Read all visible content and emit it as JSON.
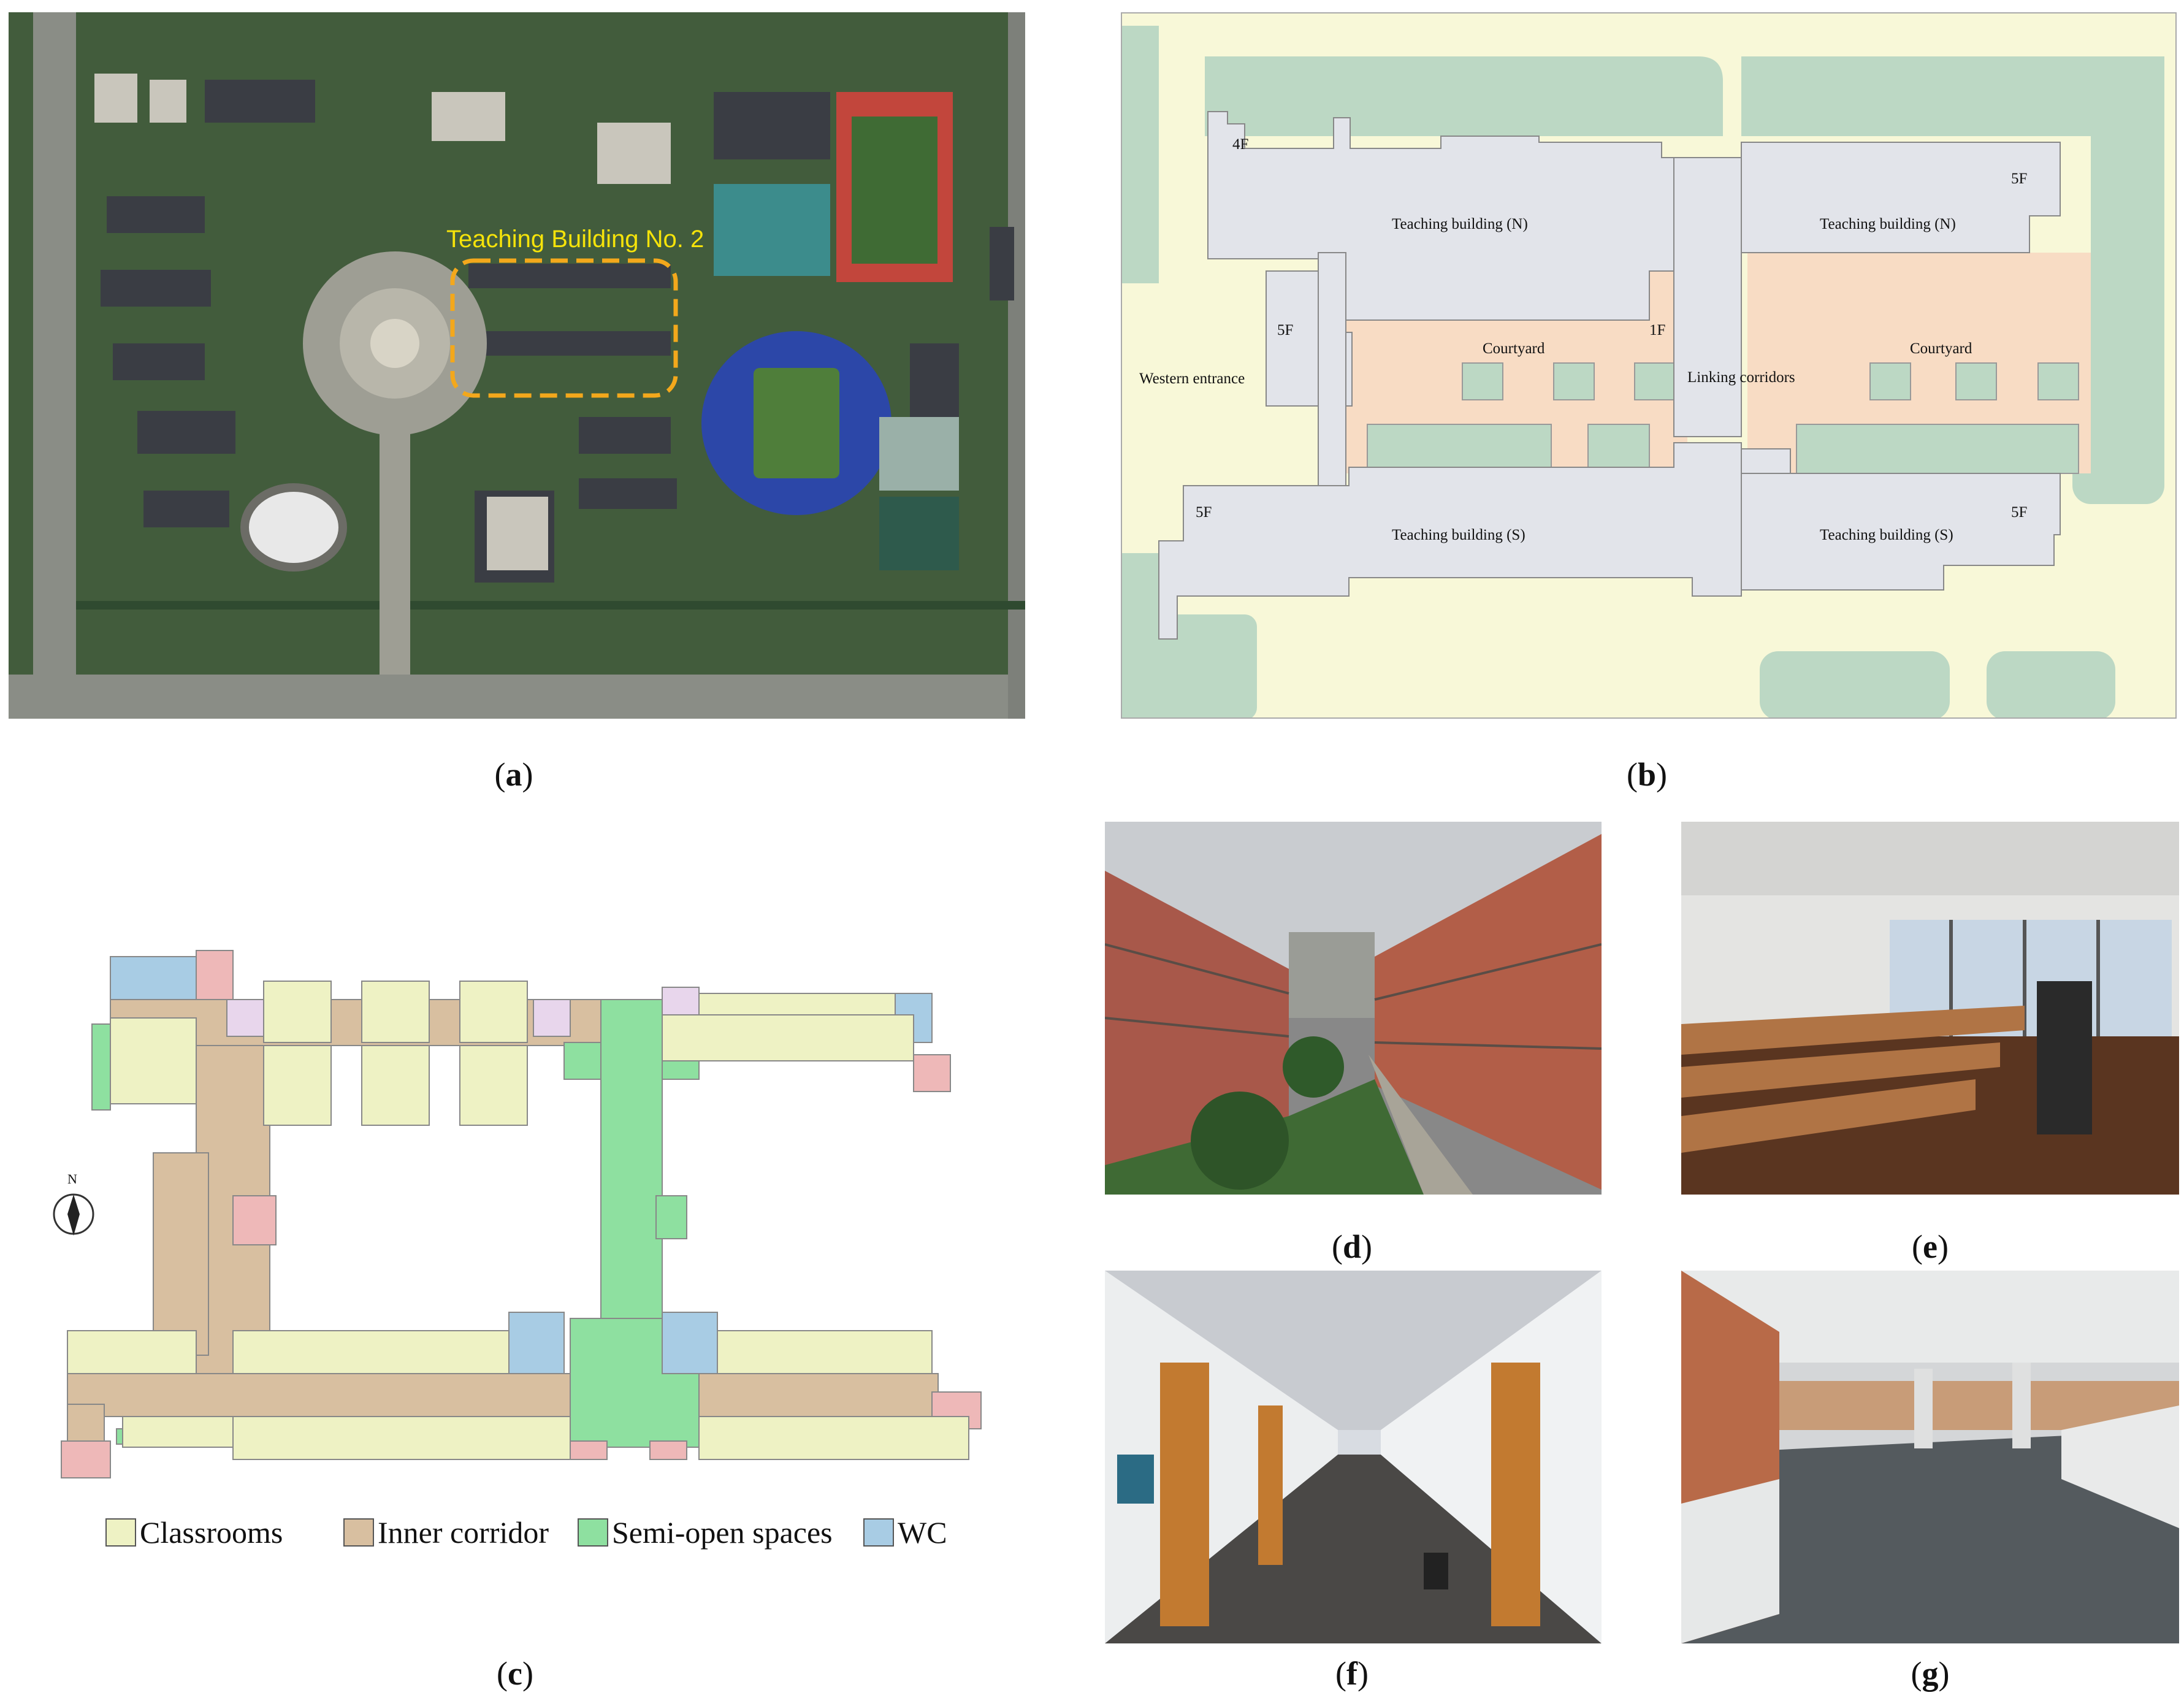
{
  "colors": {
    "classrooms": "#eef2c4",
    "inner_corridor": "#d8bfa0",
    "semi_open": "#8ee0a0",
    "wc": "#a8cce4",
    "stairs": "#eeb8b8",
    "other": "#e8d6ec",
    "courtyard": "#f8dcc4",
    "green_space": "#bcd8c4",
    "site": "#f8f8d8",
    "building": "#e2e4ea"
  },
  "panel_a": {
    "caption_letter": "a",
    "highlight_label": "Teaching Building No. 2",
    "highlight_color": "#f5d90a"
  },
  "panel_b": {
    "caption_letter": "b",
    "labels": {
      "tb_n_west": "Teaching building (N)",
      "tb_n_east": "Teaching building (N)",
      "tb_s_west": "Teaching building (S)",
      "tb_s_east": "Teaching building (S)",
      "courtyard_west": "Courtyard",
      "courtyard_east": "Courtyard",
      "western_entrance": "Western entrance",
      "linking_corridors": "Linking corridors"
    },
    "floors": {
      "nw": "4F",
      "ne": "5F",
      "w": "5F",
      "mid": "1F",
      "sw": "5F",
      "se": "5F"
    }
  },
  "panel_c": {
    "caption_letter": "c",
    "north_label": "N",
    "legend": [
      {
        "label": "Classrooms",
        "color": "#eef2c4"
      },
      {
        "label": "Inner corridor",
        "color": "#d8bfa0"
      },
      {
        "label": "Semi-open spaces",
        "color": "#8ee0a0"
      },
      {
        "label": "WC",
        "color": "#a8cce4"
      }
    ]
  },
  "panel_d": {
    "caption_letter": "d"
  },
  "panel_e": {
    "caption_letter": "e"
  },
  "panel_f": {
    "caption_letter": "f"
  },
  "panel_g": {
    "caption_letter": "g"
  }
}
